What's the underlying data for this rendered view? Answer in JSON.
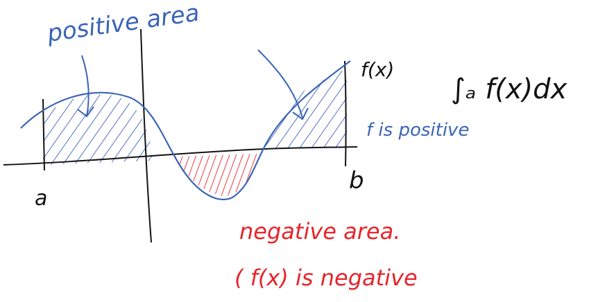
{
  "colors": {
    "ink": "#111111",
    "blue": "#3a63b8",
    "red": "#e8232a"
  },
  "labels": {
    "positive_area": "positive area",
    "f_of_x": "f(x)",
    "integral": "∫ₐ f(x)dx",
    "f_is_positive": "f is positive",
    "a": "a",
    "b": "b",
    "negative_area": "negative area.",
    "f_negative": "( f(x) is negative"
  }
}
